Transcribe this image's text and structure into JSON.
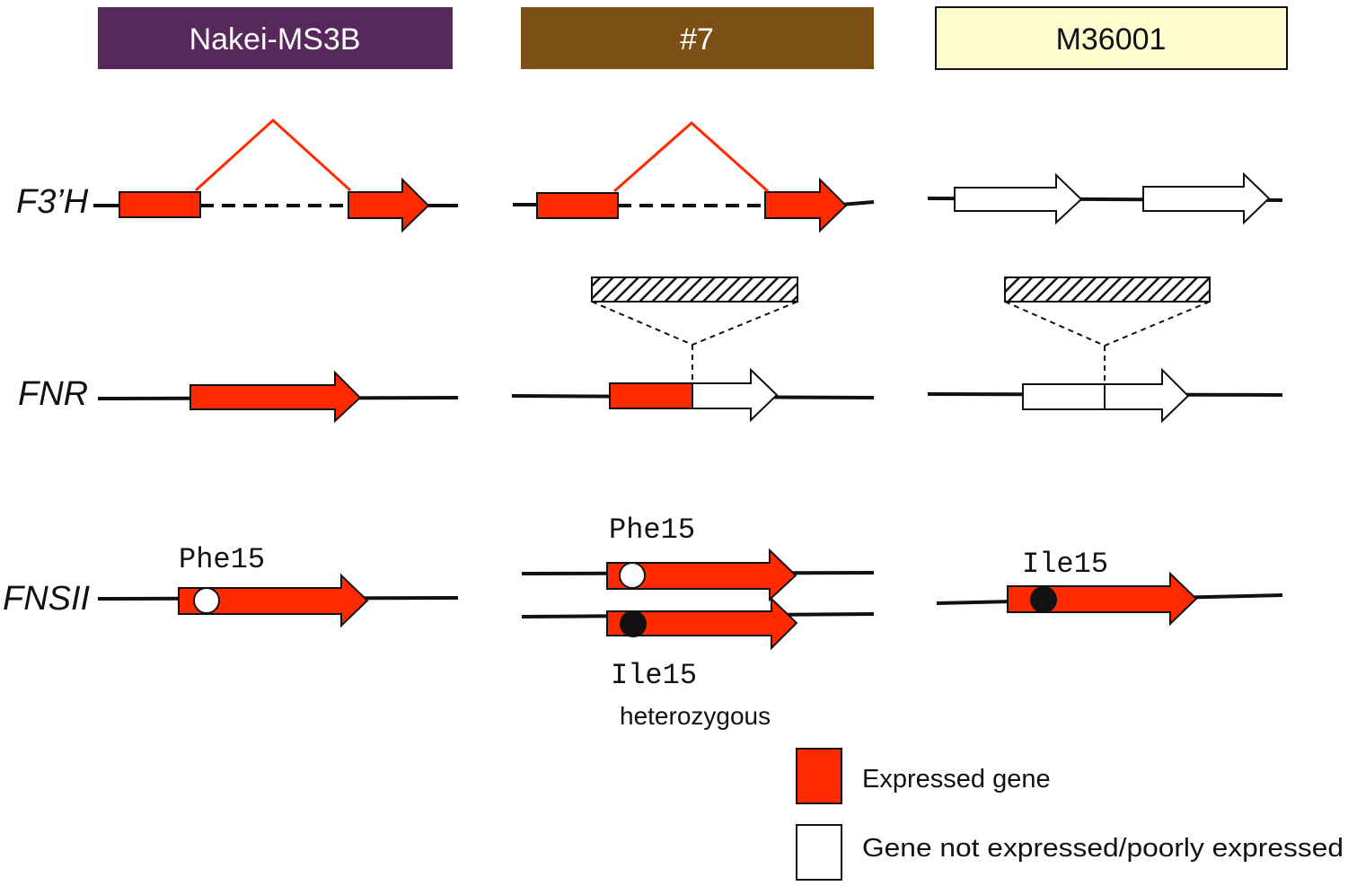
{
  "colors": {
    "expressed": "#ff2a00",
    "not_expressed": "#ffffff",
    "splice": "#ff2a00",
    "header_nakei": "#57285c",
    "header_7": "#7a5016",
    "header_m36001": "#fdfdd0",
    "line": "#111111"
  },
  "headers": {
    "nakei": "Nakei-MS3B",
    "seven": "#7",
    "m36001": "M36001"
  },
  "gene_labels": {
    "f3h": "F3’H",
    "fnr": "FNR",
    "fnsii": "FNSII"
  },
  "annotations": {
    "nakei_phe15": "Phe15",
    "seven_phe15": "Phe15",
    "seven_ile15": "Ile15",
    "m36001_ile15": "Ile15",
    "heterozygous": "heterozygous"
  },
  "legend": {
    "expressed": "Expressed gene",
    "not_expressed": "Gene not expressed/poorly expressed"
  },
  "icons": {
    "splice": "splice-junction-icon",
    "insertion": "hatched-insertion-icon",
    "phe": "open-circle-icon",
    "ile": "filled-circle-icon"
  }
}
